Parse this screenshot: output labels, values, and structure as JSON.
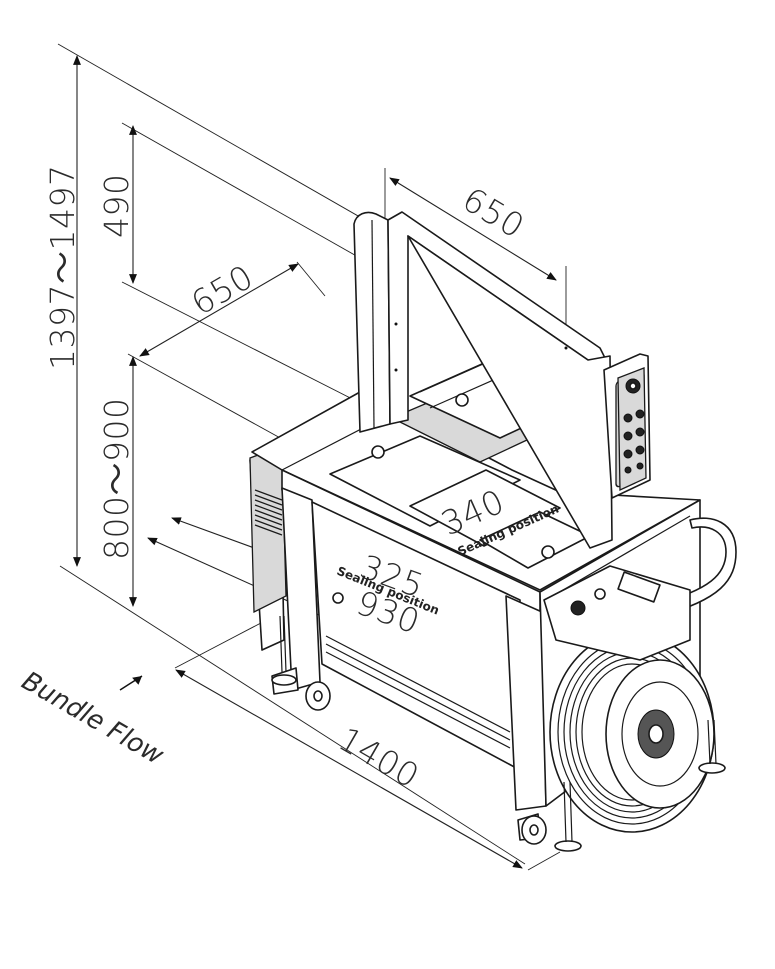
{
  "dimensions": {
    "overall_height": "1397～1497",
    "table_height": "800～900",
    "arch_opening_height": "490",
    "arch_opening_width": "650",
    "table_depth": "650",
    "sealing_depth": "340",
    "sealing_offset": "325",
    "table_width": "930",
    "overall_length": "1400"
  },
  "labels": {
    "sealing_position_1": "Sealing position",
    "sealing_position_2": "Sealing position",
    "bundle_flow": "Bundle Flow"
  },
  "colors": {
    "line": "#1a1a1a",
    "panel": "#d9d9d9",
    "background": "#ffffff"
  },
  "icons": {
    "flow_arrow": "arrow-up-right-icon"
  }
}
